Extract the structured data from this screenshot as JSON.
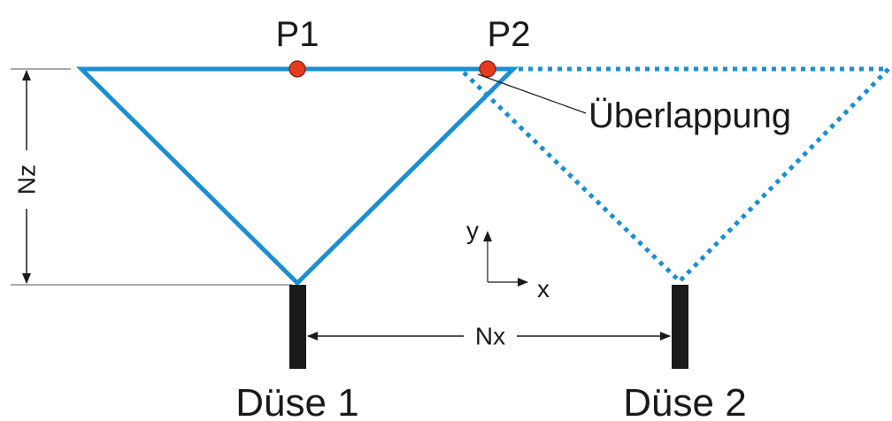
{
  "labels": {
    "p1": "P1",
    "p2": "P2",
    "overlap": "Überlappung",
    "nz": "Nz",
    "nx": "Nx",
    "axis_y": "y",
    "axis_x": "x",
    "nozzle1": "Düse 1",
    "nozzle2": "Düse 2"
  },
  "colors": {
    "spray": "#1b8fd2",
    "point": "#e63a1e",
    "nozzle": "#1a1a1a",
    "dimension": "#333333",
    "text": "#1a1a1a"
  }
}
